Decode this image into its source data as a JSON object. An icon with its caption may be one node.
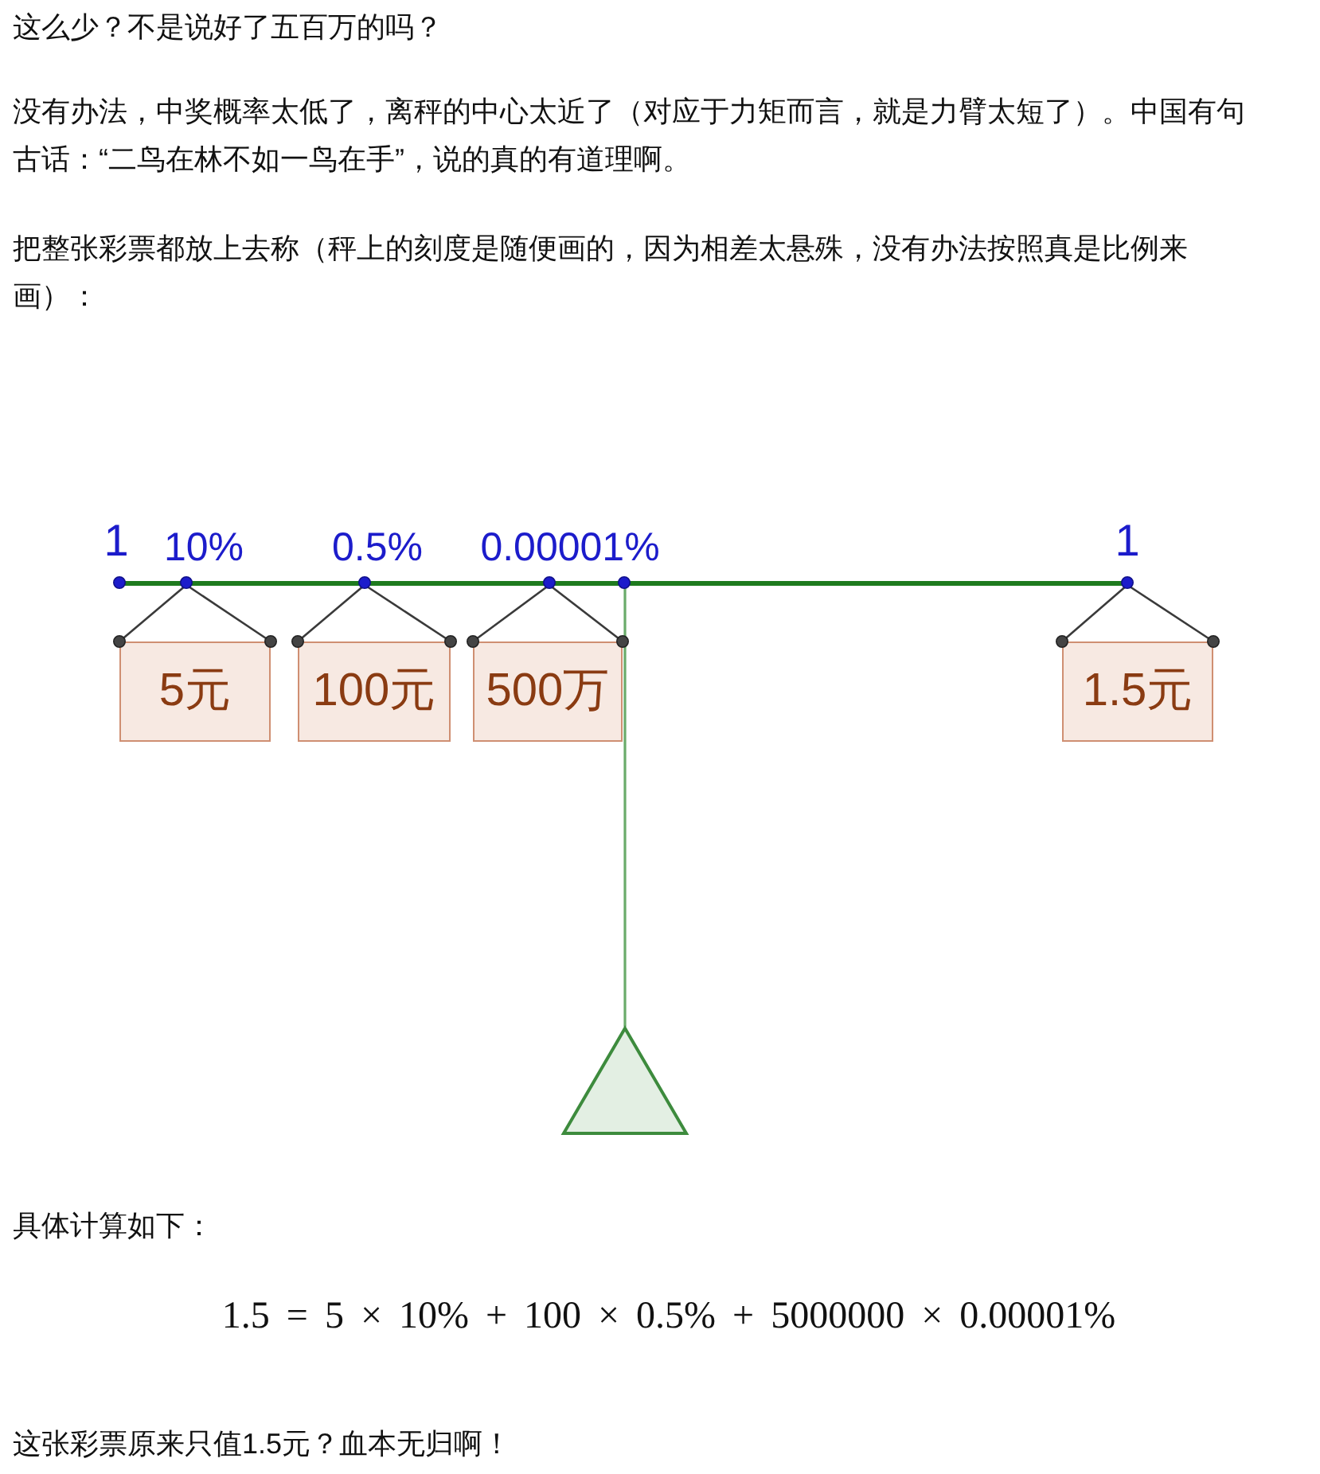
{
  "diagram": {
    "nodes": [
      {
        "text": [],
        "shape": "bar"
      },
      {
        "text": [
          "5元"
        ]
      },
      {
        "text": [
          "100元"
        ]
      },
      {
        "text": [
          "500万"
        ]
      },
      {
        "text": [
          "1.5元"
        ]
      },
      {
        "text": [],
        "shape": "triangle"
      }
    ],
    "edges": [
      {
        "from": 1,
        "to": 0,
        "arrow": "none"
      },
      {
        "from": 1,
        "to": 0,
        "arrow": "none"
      },
      {
        "from": 2,
        "to": 0,
        "arrow": "none"
      },
      {
        "from": 2,
        "to": 0,
        "arrow": "none"
      },
      {
        "from": 3,
        "to": 0,
        "arrow": "none"
      },
      {
        "from": 3,
        "to": 0,
        "arrow": "none"
      },
      {
        "from": 4,
        "to": 0,
        "arrow": "none"
      },
      {
        "from": 4,
        "to": 0,
        "arrow": "none"
      },
      {
        "from": 0,
        "to": 5,
        "arrow": "none",
        "color": "#6aab6a"
      }
    ],
    "labels": [
      "这么少？不是说好了五百万的吗？",
      "没有办法，中奖概率太低了，离秤的中心太近了（对应于力矩而言，就是力臂太短了）。中国有句古话：“二鸟在林不如一鸟在手”，说的真的有道理啊。",
      "把整张彩票都放上去称（秤上的刻度是随便画的，因为相差太悬殊，没有办法按照真是比例来画）：",
      "1",
      "10%",
      "0.5%",
      "0.00001%",
      "1",
      "具体计算如下：",
      "1.5 = 5 × 10% + 100 × 0.5% + 5000000 × 0.00001%",
      "这张彩票原来只值1.5元？血本无归啊！"
    ]
  }
}
